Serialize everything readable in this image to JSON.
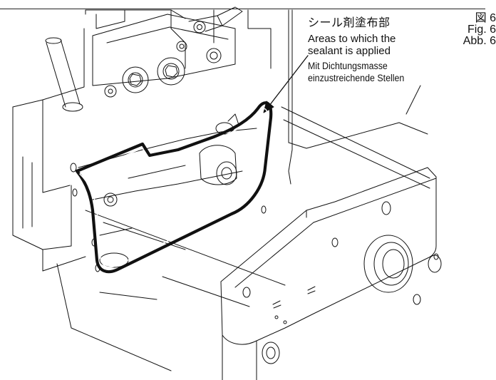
{
  "figure": {
    "label_jp": "図 6",
    "label_en": "Fig. 6",
    "label_de": "Abb. 6"
  },
  "callout": {
    "jp": "シール剤塗布部",
    "en_line1": "Areas to which the",
    "en_line2": "sealant is applied",
    "de_line1": "Mit Dichtungsmasse",
    "de_line2": "einzustreichende Stellen"
  },
  "colors": {
    "line": "#111111",
    "background": "#ffffff"
  }
}
